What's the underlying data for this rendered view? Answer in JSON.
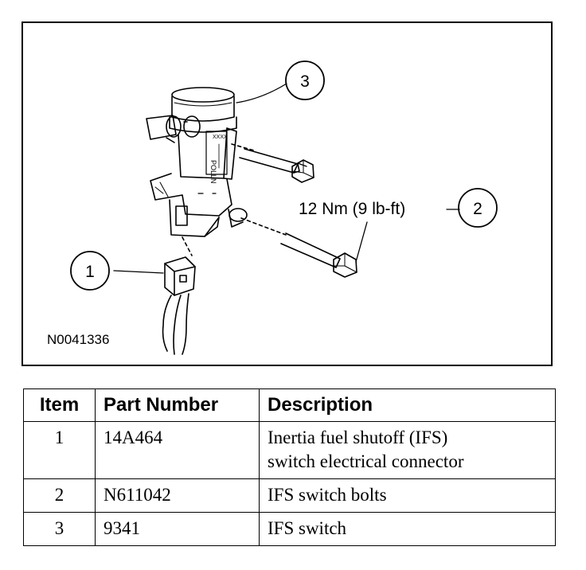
{
  "figure": {
    "id_label": "N0041336",
    "torque_label": "12 Nm (9 lb-ft)",
    "callouts": [
      "1",
      "2",
      "3"
    ],
    "part_markings": [
      "POLLN",
      "XXXX"
    ]
  },
  "table": {
    "headers": {
      "item": "Item",
      "part_number": "Part Number",
      "description": "Description"
    },
    "rows": [
      {
        "item": "1",
        "part_number": "14A464",
        "description": [
          "Inertia fuel shutoff (IFS)",
          "switch electrical connector"
        ]
      },
      {
        "item": "2",
        "part_number": "N611042",
        "description": [
          "IFS switch bolts"
        ]
      },
      {
        "item": "3",
        "part_number": "9341",
        "description": [
          "IFS switch"
        ]
      }
    ]
  }
}
